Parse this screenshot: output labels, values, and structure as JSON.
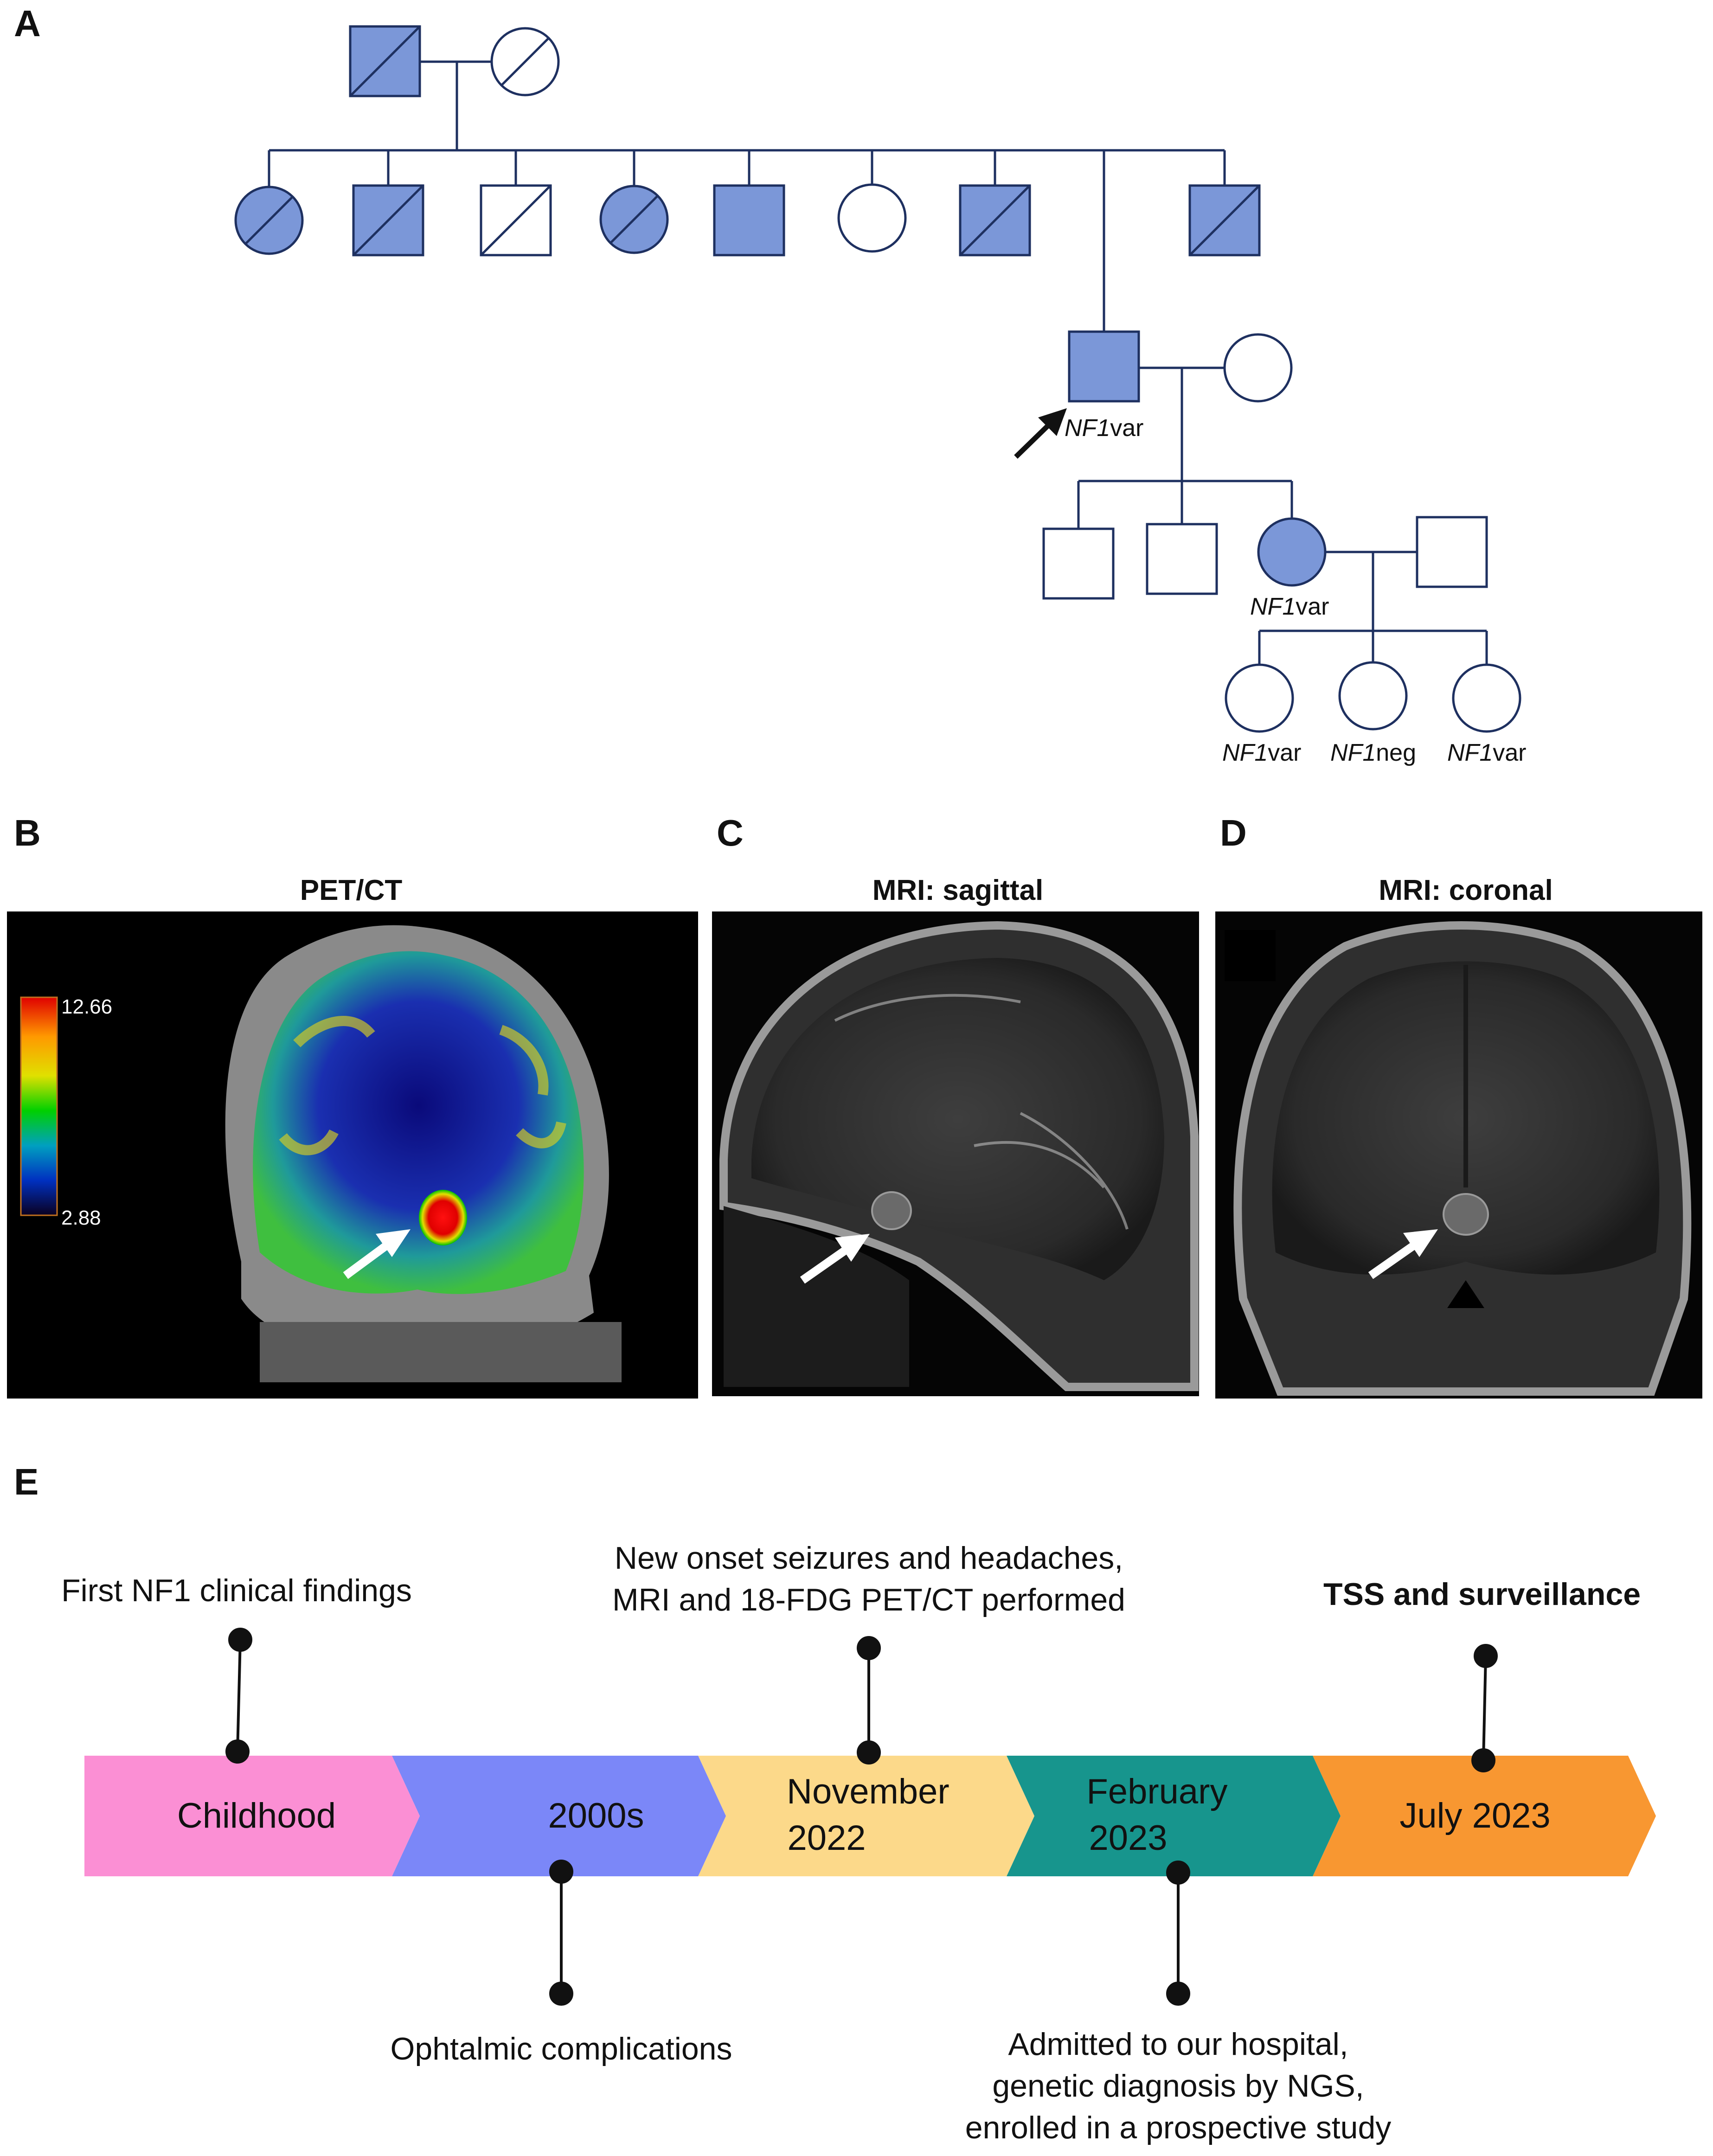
{
  "panel_letters": {
    "a": "A",
    "b": "B",
    "c": "C",
    "d": "D",
    "e": "E"
  },
  "colors": {
    "affected_fill": "#7b97d8",
    "stroke": "#1e3060",
    "pink": "#fb8fd4",
    "periwinkle": "#7b87f8",
    "peach": "#fcd98a",
    "teal": "#17958d",
    "orange": "#f89731"
  },
  "pedigree": {
    "proband_label": "NF1var",
    "daughter_label": "NF1var",
    "grandchildren_labels": [
      "NF1var",
      "NF1neg",
      "NF1var"
    ],
    "gene_italic": "NF1",
    "suffix_var": "var",
    "suffix_neg": "neg"
  },
  "images": {
    "pet_title": "PET/CT",
    "mri_sag_title": "MRI: sagittal",
    "mri_cor_title": "MRI: coronal",
    "scale_max": "12.66",
    "scale_min": "2.88"
  },
  "timeline": {
    "segments": [
      "Childhood",
      "2000s",
      "November\n2022",
      "February\n2023",
      "July 2023"
    ],
    "events": {
      "childhood": "First NF1 clinical findings",
      "ophthalmic": "Ophtalmic complications",
      "nov_line1": "New onset seizures and headaches,",
      "nov_line2": "MRI and 18-FDG PET/CT performed",
      "feb_line1": "Admitted to our hospital,",
      "feb_line2": "genetic diagnosis by NGS,",
      "feb_line3": "enrolled in a prospective study",
      "tss": "TSS and surveillance"
    }
  }
}
